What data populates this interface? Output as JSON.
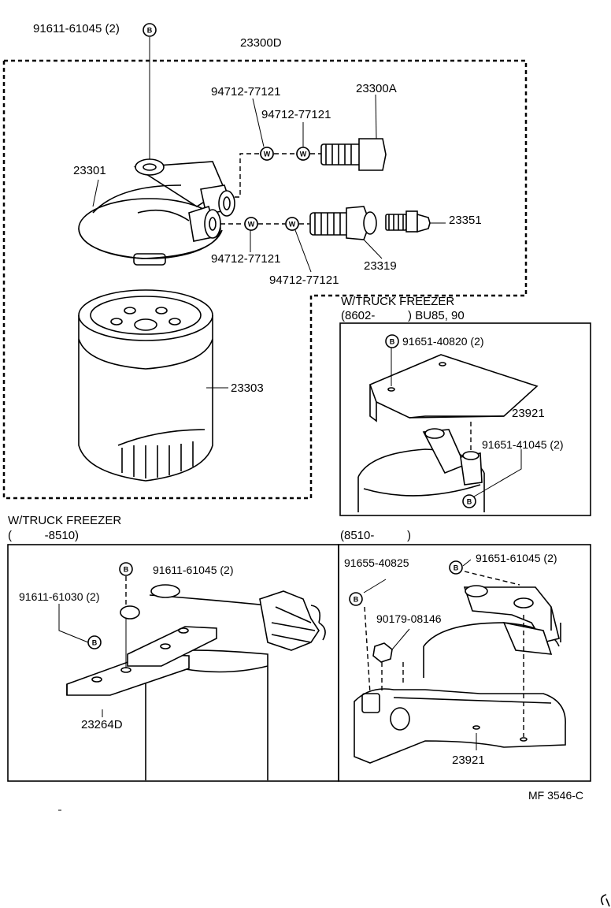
{
  "top_left_part": "91611-61045",
  "top_left_qty": "(2)",
  "assembly": "23300D",
  "nozzle_part": "23300A",
  "gasket_upper_1": "94712-77121",
  "gasket_upper_2": "94712-77121",
  "gasket_lower_1": "94712-77121",
  "gasket_lower_2": "94712-77121",
  "filter_cap": "23301",
  "bleeder_plug": "23351",
  "union_bolt": "23319",
  "filter_element": "23303",
  "freezer_top": {
    "line1": "W/TRUCK FREEZER",
    "line2": "(8602-          ) BU85, 90",
    "bolt1": "91651-40820",
    "bolt1_qty": "(2)",
    "bracket": "23921",
    "bolt2": "91651-41045",
    "bolt2_qty": "(2)"
  },
  "freezer_bottom": {
    "line1": "W/TRUCK FREEZER",
    "line2": "(          -8510)",
    "bolt1": "91611-61045",
    "bolt1_qty": "(2)",
    "bolt2": "91611-61030",
    "bolt2_qty": "(2)",
    "plate": "23264D"
  },
  "panel_8510": {
    "line": "(8510-          )",
    "bolt1": "91655-40825",
    "bolt2": "91651-61045",
    "bolt2_qty": "(2)",
    "nut": "90179-08146",
    "bracket": "23921"
  },
  "figure_code": "MF 3546-C",
  "badge_b": "B",
  "badge_w": "W"
}
